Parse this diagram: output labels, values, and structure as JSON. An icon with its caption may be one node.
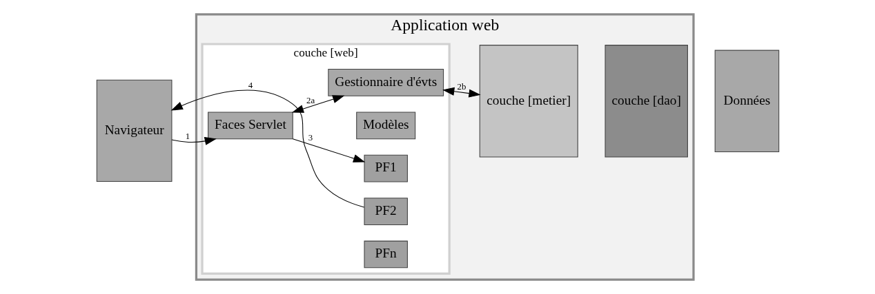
{
  "diagram": {
    "nodes": [
      {
        "text": [
          "Application web"
        ]
      },
      {
        "text": [
          "couche [web]"
        ],
        "in": 0
      },
      {
        "text": [
          "Navigateur"
        ]
      },
      {
        "text": [
          "Faces Servlet"
        ],
        "in": 1
      },
      {
        "text": [
          "PF1"
        ],
        "in": 1
      },
      {
        "text": [
          "PF2"
        ],
        "in": 1
      },
      {
        "text": [
          "PFn"
        ],
        "in": 1
      },
      {
        "text": [
          "Modèles"
        ],
        "in": 1
      },
      {
        "text": [
          "Gestionnaire d'évts"
        ],
        "in": 1
      },
      {
        "text": [
          "couche [metier]"
        ],
        "in": 0
      },
      {
        "text": [
          "couche [dao]"
        ],
        "in": 0
      },
      {
        "text": [
          "Données"
        ]
      }
    ],
    "edges": [
      {
        "from": 2,
        "to": 3,
        "arrow": "to",
        "label": "1"
      },
      {
        "from": 3,
        "to": 8,
        "arrow": "both",
        "label": "2a"
      },
      {
        "from": 8,
        "to": 9,
        "arrow": "both",
        "label": "2b"
      },
      {
        "from": 3,
        "to": 4,
        "arrow": "to",
        "label": "3"
      },
      {
        "from": 5,
        "to": 2,
        "arrow": "to",
        "label": "4"
      }
    ]
  }
}
